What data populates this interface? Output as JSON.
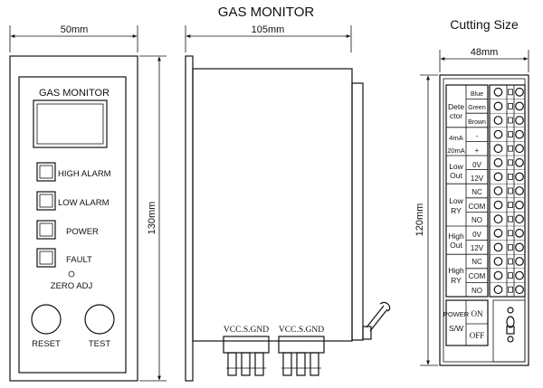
{
  "titles": {
    "main": "GAS MONITOR",
    "cutting": "Cutting Size"
  },
  "front": {
    "width_dim": "50mm",
    "height_dim": "130mm",
    "panel_title": "GAS MONITOR",
    "indicators": [
      "HIGH ALARM",
      "LOW ALARM",
      "POWER",
      "FAULT"
    ],
    "zero_adj": "ZERO ADJ",
    "buttons": [
      "RESET",
      "TEST"
    ]
  },
  "side": {
    "depth_dim": "105mm",
    "connector_labels": [
      "VCC.S.GND",
      "VCC.S.GND"
    ]
  },
  "rear": {
    "width_dim": "48mm",
    "height_dim": "120mm",
    "groups": [
      {
        "name": [
          "Dete",
          "ctor"
        ],
        "rows": [
          "Blue",
          "Green",
          "Brown"
        ]
      },
      {
        "name": [
          "4mA",
          "20mA"
        ],
        "rows": [
          "-",
          "+"
        ]
      },
      {
        "name": [
          "Low",
          "Out"
        ],
        "rows": [
          "0V",
          "12V"
        ]
      },
      {
        "name": [
          "Low",
          "RY"
        ],
        "rows": [
          "NC",
          "COM",
          "NO"
        ]
      },
      {
        "name": [
          "High",
          "Out"
        ],
        "rows": [
          "0V",
          "12V"
        ]
      },
      {
        "name": [
          "High",
          "RY"
        ],
        "rows": [
          "NC",
          "COM",
          "NO"
        ]
      }
    ],
    "power_switch": {
      "name": [
        "POWER",
        "S/W"
      ],
      "on": "ON",
      "off": "OFF"
    }
  }
}
